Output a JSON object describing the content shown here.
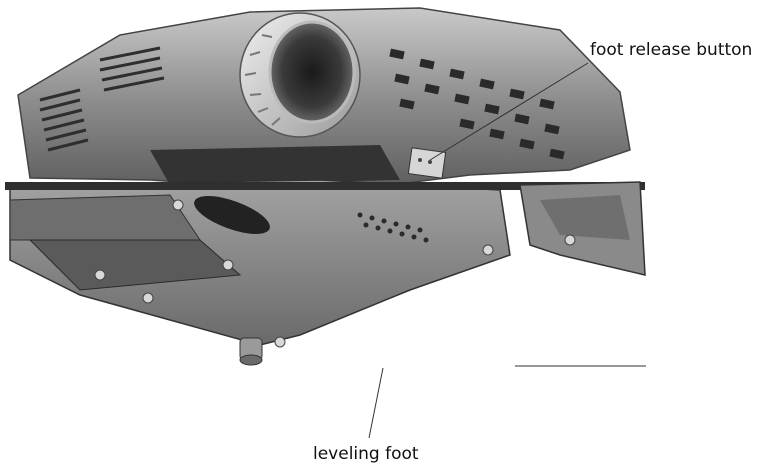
{
  "labels": {
    "foot_release_button": "foot release button",
    "leveling_foot": "leveling foot"
  },
  "icons": [
    "projector-illustration",
    "lens-icon",
    "leveling-foot-icon",
    "foot-release-button-icon"
  ],
  "colors": {
    "background": "#ffffff",
    "projector_body": "#8a8a8a",
    "projector_dark": "#3a3a3a",
    "leader_line": "#333333"
  }
}
